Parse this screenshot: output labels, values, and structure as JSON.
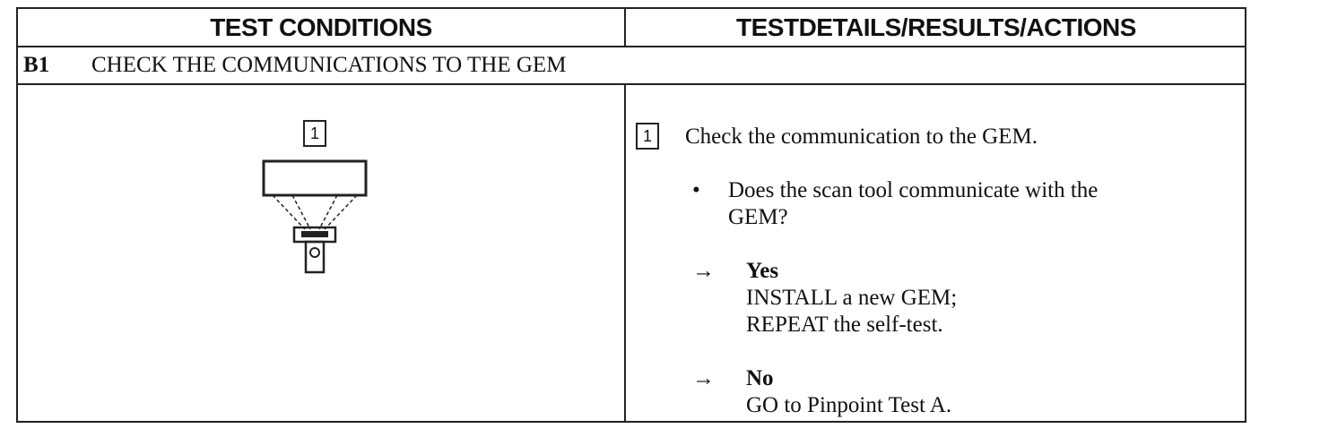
{
  "header": {
    "left": "TEST CONDITIONS",
    "right": "TESTDETAILS/RESULTS/ACTIONS"
  },
  "section": {
    "code": "B1",
    "title": "CHECK THE COMMUNICATIONS TO THE GEM"
  },
  "condition": {
    "step_number": "1"
  },
  "details": {
    "step_number": "1",
    "instruction": "Check the communication to the GEM.",
    "bullet_symbol": "•",
    "question_line1": "Does the scan tool communicate with the",
    "question_line2": "GEM?",
    "arrow_symbol": "→",
    "yes_label": "Yes",
    "yes_action1": "INSTALL a new GEM;",
    "yes_action2": "REPEAT the self-test.",
    "no_label": "No",
    "no_action1": "GO to Pinpoint Test A."
  }
}
